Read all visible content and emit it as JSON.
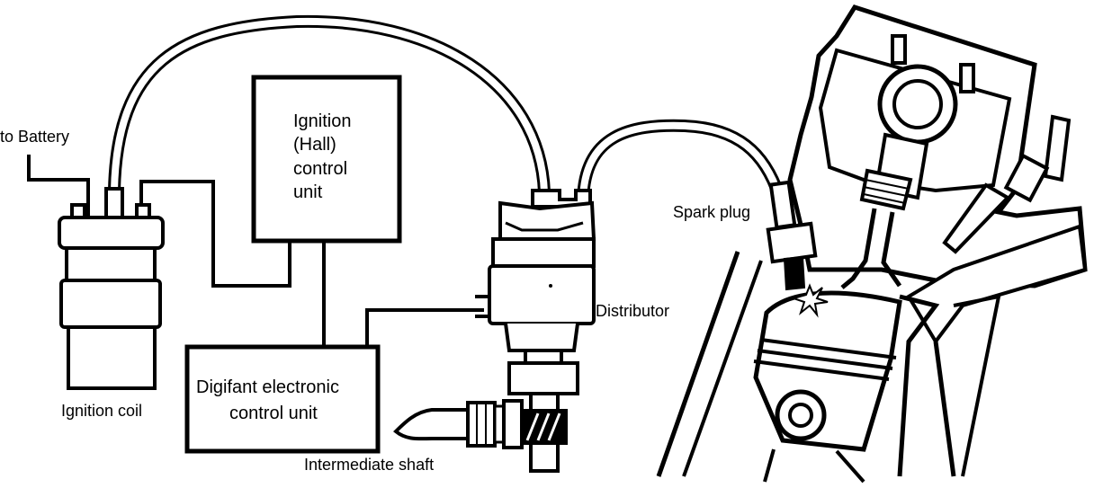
{
  "labels": {
    "to_battery": "to Battery",
    "ignition_coil": "Ignition coil",
    "ignition_unit": [
      "Ignition",
      "(Hall)",
      "control",
      "unit"
    ],
    "digifant_unit": [
      "Digifant electronic",
      "control unit"
    ],
    "distributor": "Distributor",
    "spark_plug": "Spark plug",
    "intermediate_shaft": "Intermediate shaft"
  }
}
